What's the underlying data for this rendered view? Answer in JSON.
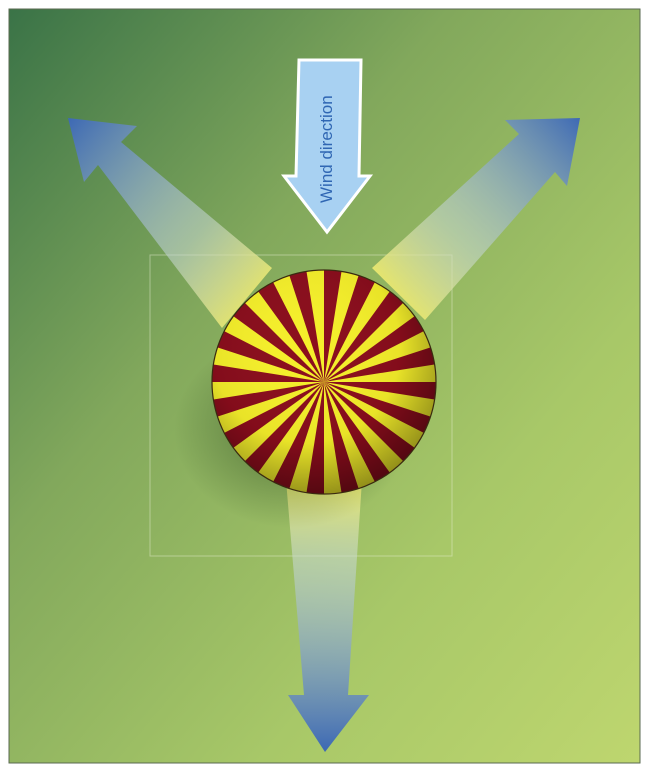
{
  "diagram": {
    "wind_label": "Wind direction",
    "colors": {
      "background_dark": "#3f7a4a",
      "background_light": "#bcd46e",
      "arrow_blue": "#3e6ab4",
      "wind_arrow_fill": "#a8d1f2",
      "wind_label_color": "#2f66b3",
      "stripe_red": "#8a0d1c",
      "stripe_yellow": "#f5ef2a"
    },
    "sphere": {
      "stripe_count": 40,
      "stripe_colors": [
        "red",
        "yellow"
      ]
    },
    "outflow_arrows": [
      "upper-left",
      "upper-right",
      "down"
    ]
  }
}
